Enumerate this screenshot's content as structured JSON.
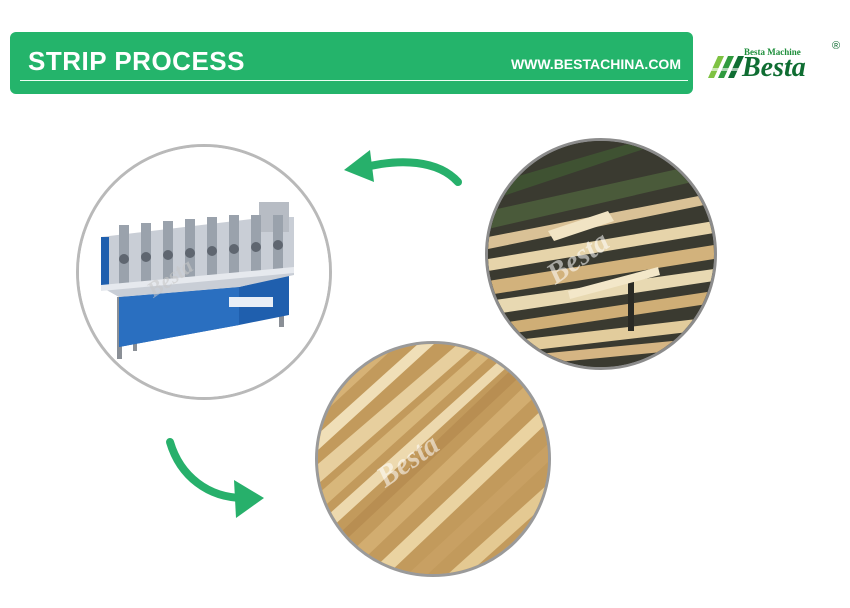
{
  "banner": {
    "title": "STRIP PROCESS",
    "url": "WWW.BESTACHINA.COM"
  },
  "logo": {
    "tagline": "Besta Machine",
    "name": "Besta",
    "registered": "®"
  },
  "watermark": "Besta",
  "colors": {
    "banner_green": "#24b46b",
    "arrow_green": "#27b06b",
    "logo_green": "#0f6d32",
    "machine_blue": "#1f5fae"
  },
  "icons": {
    "arrow_top": "curved-arrow-left-icon",
    "arrow_bottom": "curved-arrow-down-right-icon"
  }
}
